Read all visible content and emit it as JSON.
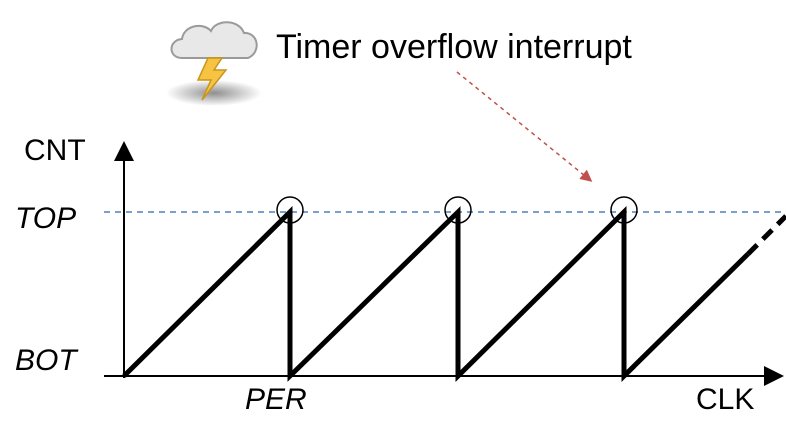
{
  "callout": {
    "label": "Timer overflow interrupt",
    "icon": "thunderstorm-cloud-icon",
    "arrow_color": "#c0504d"
  },
  "axes": {
    "y_label": "CNT",
    "x_label": "CLK",
    "top_label": "TOP",
    "bottom_label": "BOT",
    "period_label": "PER"
  },
  "colors": {
    "line": "#000000",
    "top_dashed": "#4f81bd",
    "cloud_fill": "#e8e8e8",
    "bolt_fill": "#f6c342"
  }
}
